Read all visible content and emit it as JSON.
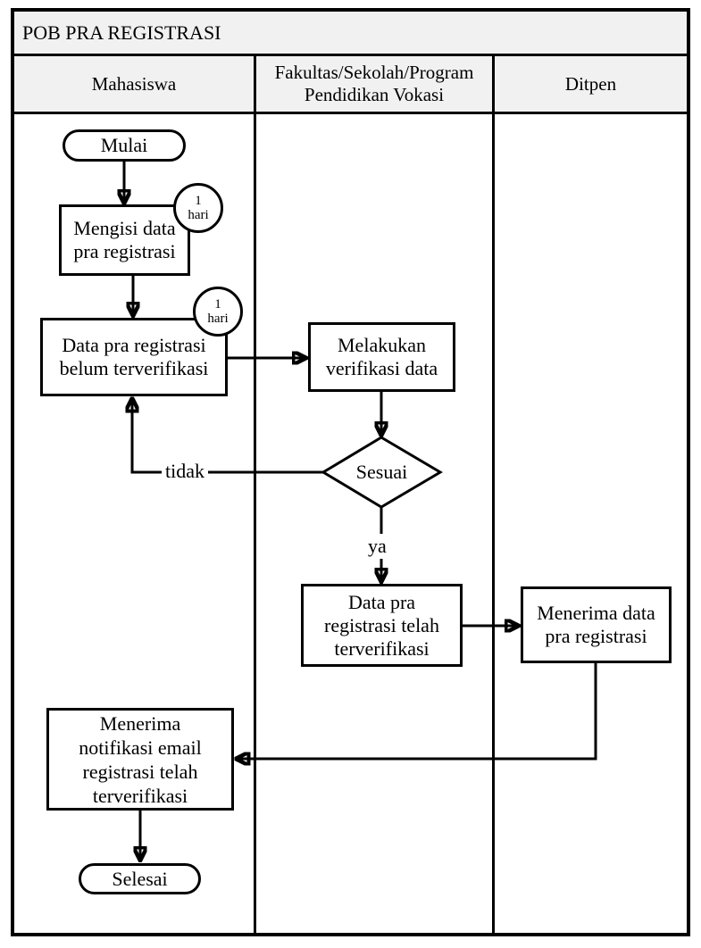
{
  "colors": {
    "line": "#000000",
    "header_bg": "#f1f1f1",
    "node_bg": "#ffffff"
  },
  "title": "POB PRA REGISTRASI",
  "lanes": [
    {
      "label": "Mahasiswa"
    },
    {
      "label": "Fakultas/Sekolah/Program\nPendidikan Vokasi"
    },
    {
      "label": "Ditpen"
    }
  ],
  "nodes": {
    "start": {
      "label": "Mulai"
    },
    "fill_form": {
      "label": "Mengisi data\npra registrasi",
      "badge": {
        "value": "1",
        "unit": "hari"
      }
    },
    "unverified": {
      "label": "Data pra registrasi\nbelum terverifikasi",
      "badge": {
        "value": "1",
        "unit": "hari"
      }
    },
    "verify": {
      "label": "Melakukan\nverifikasi data"
    },
    "decision": {
      "label": "Sesuai"
    },
    "verified": {
      "label": "Data pra\nregistrasi telah\nterverifikasi"
    },
    "receive": {
      "label": "Menerima data\npra registrasi"
    },
    "notify": {
      "label": "Menerima\nnotifikasi email\nregistrasi telah\nterverifikasi"
    },
    "end": {
      "label": "Selesai"
    }
  },
  "edges": {
    "no_label": "tidak",
    "yes_label": "ya"
  }
}
